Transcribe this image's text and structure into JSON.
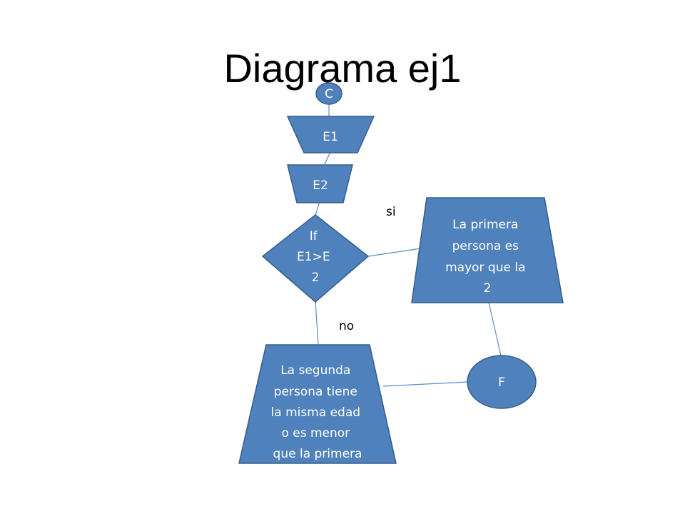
{
  "title": "Diagrama ej1",
  "colors": {
    "shape_fill": "#4F81BD",
    "shape_stroke": "#385D8A",
    "connector": "#5B8ACB",
    "shape_text": "#FFFFFF"
  },
  "nodes": {
    "start": {
      "label": "C"
    },
    "input1": {
      "label": "E1"
    },
    "input2": {
      "label": "E2"
    },
    "decision": {
      "lines": [
        "If",
        "E1>E",
        "2"
      ]
    },
    "result_yes": {
      "lines": [
        "La primera",
        "persona  es",
        "mayor que la",
        "2"
      ]
    },
    "result_no": {
      "lines": [
        "La segunda",
        "persona tiene",
        "la misma edad",
        "o es menor",
        "que la primera"
      ]
    },
    "end": {
      "label": "F"
    }
  },
  "edge_labels": {
    "yes": "si",
    "no": "no"
  }
}
